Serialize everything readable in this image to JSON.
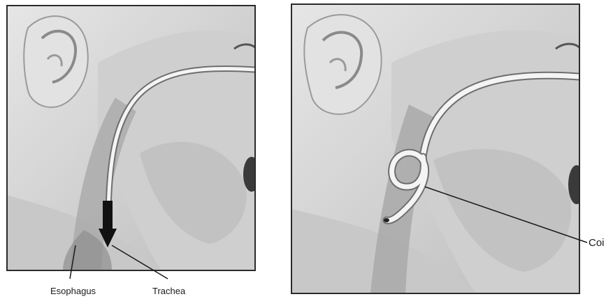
{
  "labels": {
    "esophagus": "Esophagus",
    "trachea": "Trachea",
    "coil": "Coi"
  },
  "panels": [
    {
      "name": "catheter-straight",
      "arrow": true
    },
    {
      "name": "catheter-coiled",
      "arrow": false
    }
  ],
  "colors": {
    "skin": "#d9d9d9",
    "shadow": "#b3b3b3",
    "tube_fill": "#f4f4f4",
    "tube_outline": "#6e6e6e",
    "frame": "#2b2b2b",
    "arrow": "#111111"
  }
}
